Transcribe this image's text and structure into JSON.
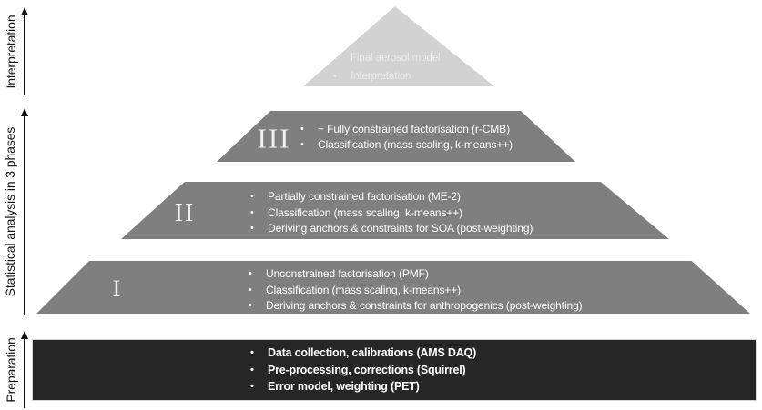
{
  "side_labels": [
    {
      "id": "interpretation",
      "label": "Interpretation"
    },
    {
      "id": "statistical-analysis",
      "label": "Statistical analysis in 3 phases"
    },
    {
      "id": "preparation",
      "label": "Preparation"
    }
  ],
  "pyramid": {
    "apex": {
      "items": [
        "Final aerosol model",
        "Interpretation"
      ]
    },
    "phases": [
      {
        "numeral": "III",
        "items": [
          "~ Fully constrained factorisation (r-CMB)",
          "Classification  (mass scaling, k-means++)"
        ]
      },
      {
        "numeral": "II",
        "items": [
          "Partially constrained factorisation (ME-2)",
          "Classification (mass scaling, k-means++)",
          "Deriving anchors & constraints for SOA (post-weighting)"
        ]
      },
      {
        "numeral": "I",
        "items": [
          "Unconstrained factorisation (PMF)",
          "Classification (mass scaling, k-means++)",
          "Deriving anchors & constraints for anthropogenics (post-weighting)"
        ]
      }
    ],
    "base": {
      "items": [
        "Data collection, calibrations (AMS DAQ)",
        "Pre-processing, corrections (Squirrel)",
        "Error model, weighting (PET)"
      ]
    }
  },
  "colors": {
    "apex_fill": "#d2d2d2",
    "phase_fill": "#7f7f7f",
    "base_fill": "#262626",
    "text_on_phase": "#ffffff",
    "text_on_apex": "#eaeaea",
    "rail_text": "#161616"
  }
}
